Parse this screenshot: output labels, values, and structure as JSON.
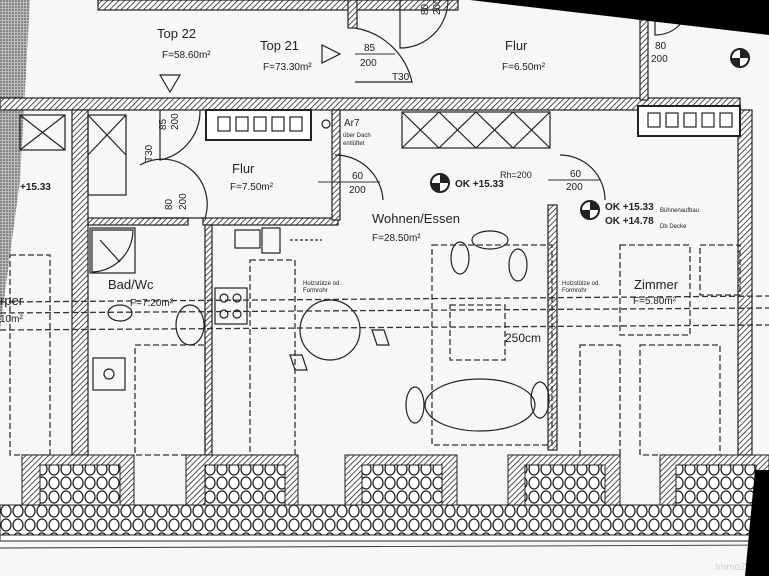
{
  "rooms": {
    "top22": {
      "name": "Top 22",
      "area": "F=58.60m²"
    },
    "top21": {
      "name": "Top 21",
      "area": "F=73.30m²"
    },
    "flur_top": {
      "name": "Flur",
      "area": "F=6.50m²"
    },
    "flur": {
      "name": "Flur",
      "area": "F=7.50m²"
    },
    "wohnen": {
      "name": "Wohnen/Essen",
      "area": "F=28.50m²"
    },
    "bad": {
      "name": "Bad/Wc",
      "area": "F=7.20m²"
    },
    "zimmer": {
      "name": "Zimmer",
      "area": "F=5.80m²"
    },
    "zimmer_left": {
      "name": "rper",
      "area": "10m²"
    }
  },
  "doors": {
    "entry_top": {
      "width": "85",
      "height": "200",
      "rating": "T30"
    },
    "top_right": {
      "width": "80",
      "height": "200"
    },
    "flur_top_right": {
      "width": "80",
      "height": "200"
    },
    "entry_left": {
      "width": "85",
      "height": "200",
      "rating": "T30"
    },
    "bad": {
      "width": "80",
      "height": "200"
    },
    "wohnen": {
      "width": "60",
      "height": "200"
    },
    "zimmer": {
      "width": "60",
      "height": "200"
    }
  },
  "annotations": {
    "level_left": "+15.33",
    "level_wohnen": "OK +15.33",
    "rh": "Rh=200",
    "level_buehne": "OK +15.33",
    "buehne_note": "Bühnenaufbau",
    "level_decke": "OK +14.78",
    "decke_note": "Db Decke",
    "vent": "Ar7",
    "vent_note1": "über Dach",
    "vent_note2": "entlüftet",
    "post_note1": "Holzstütze od.",
    "post_note2": "Formrohr",
    "span": "250cm",
    "watermark": "ImmoZ"
  }
}
